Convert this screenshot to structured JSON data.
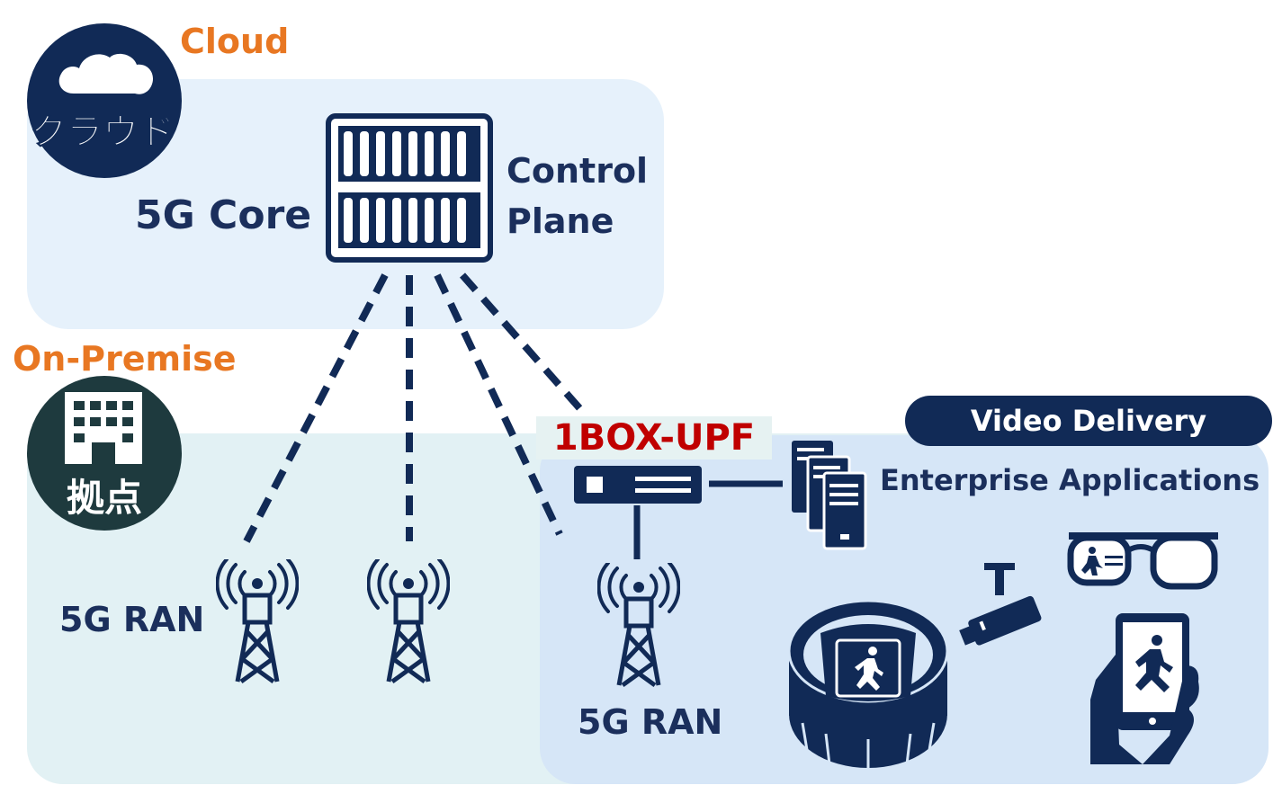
{
  "sections": {
    "cloud": {
      "title": "Cloud",
      "badge_text": "クラウド"
    },
    "on_premise": {
      "title": "On-Premise",
      "badge_text": "拠点"
    }
  },
  "nodes": {
    "core_label": "5G Core",
    "control_plane_label": "Control\nPlane",
    "upf_label": "1BOX-UPF",
    "enterprise_apps_label": "Enterprise Applications",
    "video_delivery_label": "Video Delivery",
    "ran_left_label": "5G RAN",
    "ran_right_label": "5G RAN"
  },
  "colors": {
    "navy": "#112a56",
    "text_navy": "#1b2f5c",
    "orange": "#e87722",
    "red": "#c00000",
    "cloud_zone": "#e6f1fb",
    "onprem_zone": "#e2f1f4",
    "enterprise_zone": "#d6e6f7"
  }
}
